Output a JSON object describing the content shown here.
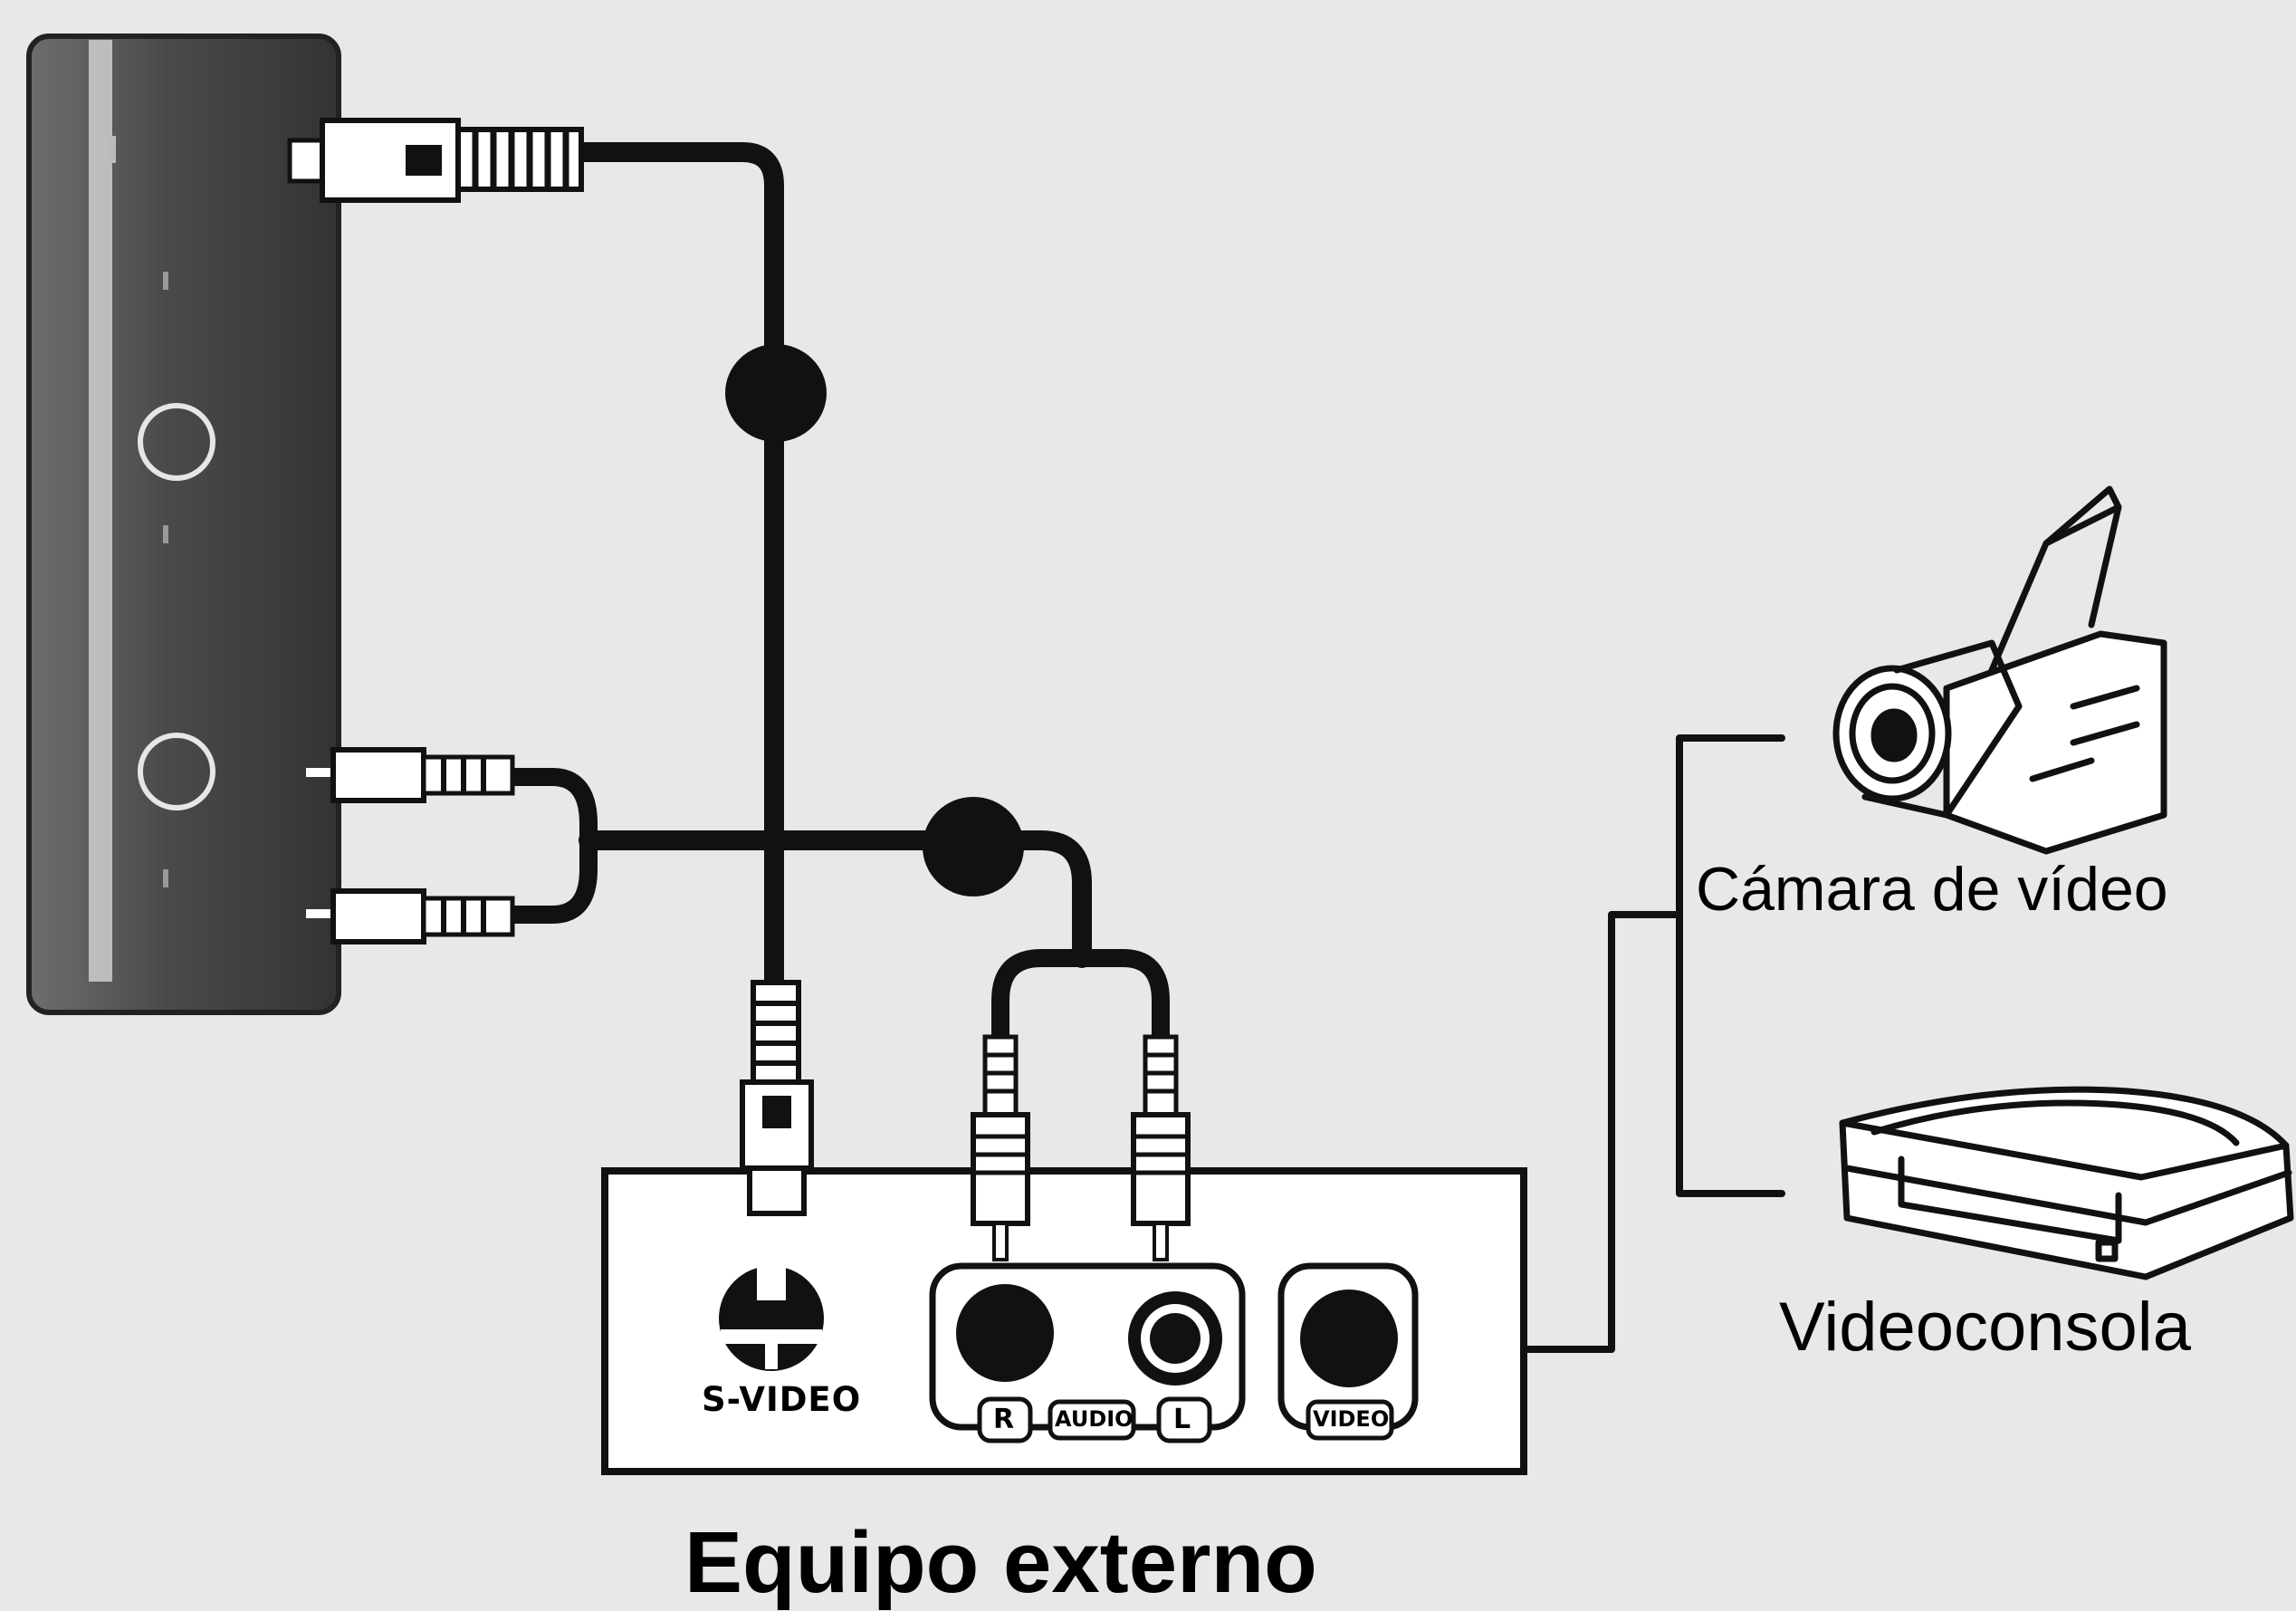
{
  "labels": {
    "svideo": "S-VIDEO",
    "r": "R",
    "audio": "AUDIO",
    "l": "L",
    "video": "VIDEO",
    "camcorder": "Cámara de vídeo",
    "console": "Videoconsola",
    "external": "Equipo externo"
  },
  "icons": {
    "tv_panel": "tv-side-panel",
    "camcorder": "camcorder-icon",
    "console": "game-console-icon"
  }
}
